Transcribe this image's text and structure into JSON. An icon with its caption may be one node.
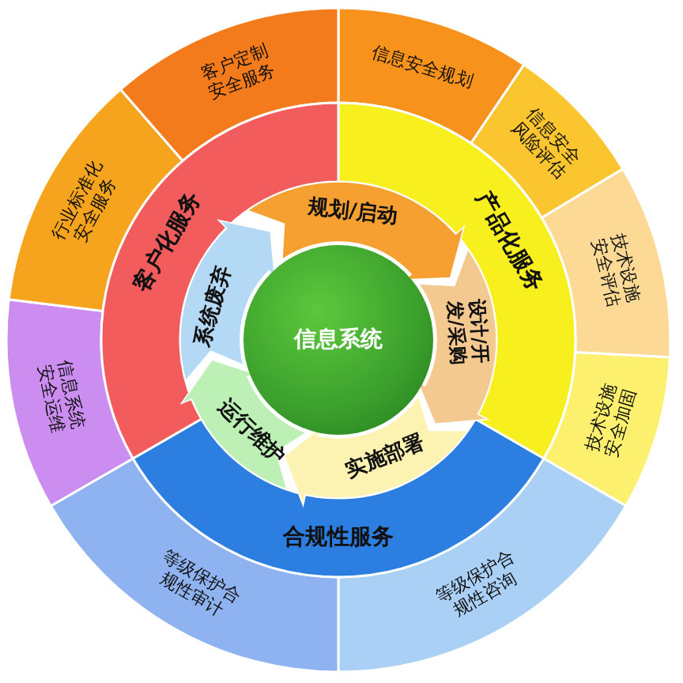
{
  "diagram": {
    "nodes": [
      {
        "text": [
          "信息系统"
        ]
      },
      {
        "text": [
          "规划/启动"
        ]
      },
      {
        "text": [
          "设计/开发/采购"
        ]
      },
      {
        "text": [
          "实施部署"
        ]
      },
      {
        "text": [
          "运行维护"
        ]
      },
      {
        "text": [
          "系统废弃"
        ]
      },
      {
        "text": [
          "产品化服务"
        ]
      },
      {
        "text": [
          "合规性服务"
        ]
      },
      {
        "text": [
          "客户化服务"
        ]
      },
      {
        "text": [
          "信息安全规划"
        ]
      },
      {
        "text": [
          "信息安全风险评估"
        ]
      },
      {
        "text": [
          "技术设施安全评估"
        ]
      },
      {
        "text": [
          "技术设施安全加固"
        ]
      },
      {
        "text": [
          "等级保护合规性咨询"
        ]
      },
      {
        "text": [
          "等级保护合规性审计"
        ]
      },
      {
        "text": [
          "信息系统安全运维"
        ]
      },
      {
        "text": [
          "行业标准化安全服务"
        ]
      },
      {
        "text": [
          "客户定制安全服务"
        ]
      }
    ]
  }
}
